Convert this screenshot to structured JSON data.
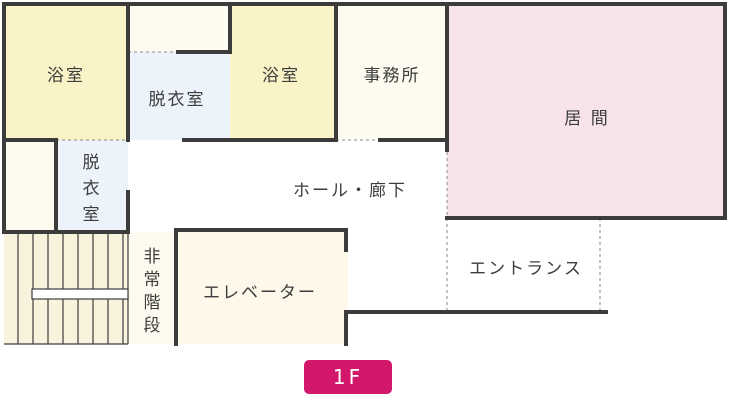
{
  "floor": "1F",
  "rooms": {
    "bath_left": "浴室",
    "dressing_upper": "脱衣室",
    "bath_right": "浴室",
    "office": "事務所",
    "living": "居 間",
    "dressing_left": [
      "脱",
      "衣",
      "室"
    ],
    "hall": "ホール・廊下",
    "emergency_stairs": [
      "非",
      "常",
      "階",
      "段"
    ],
    "elevator": "エレベーター",
    "entrance": "エントランス"
  },
  "colors": {
    "bath": "#fbf3c8",
    "dressing": "#edf3fb",
    "office": "#fdfbf0",
    "living": "#f7e3ec",
    "neutral": "#fdfbf0",
    "elevator": "#fdf8e9",
    "badge": "#d3186c"
  }
}
